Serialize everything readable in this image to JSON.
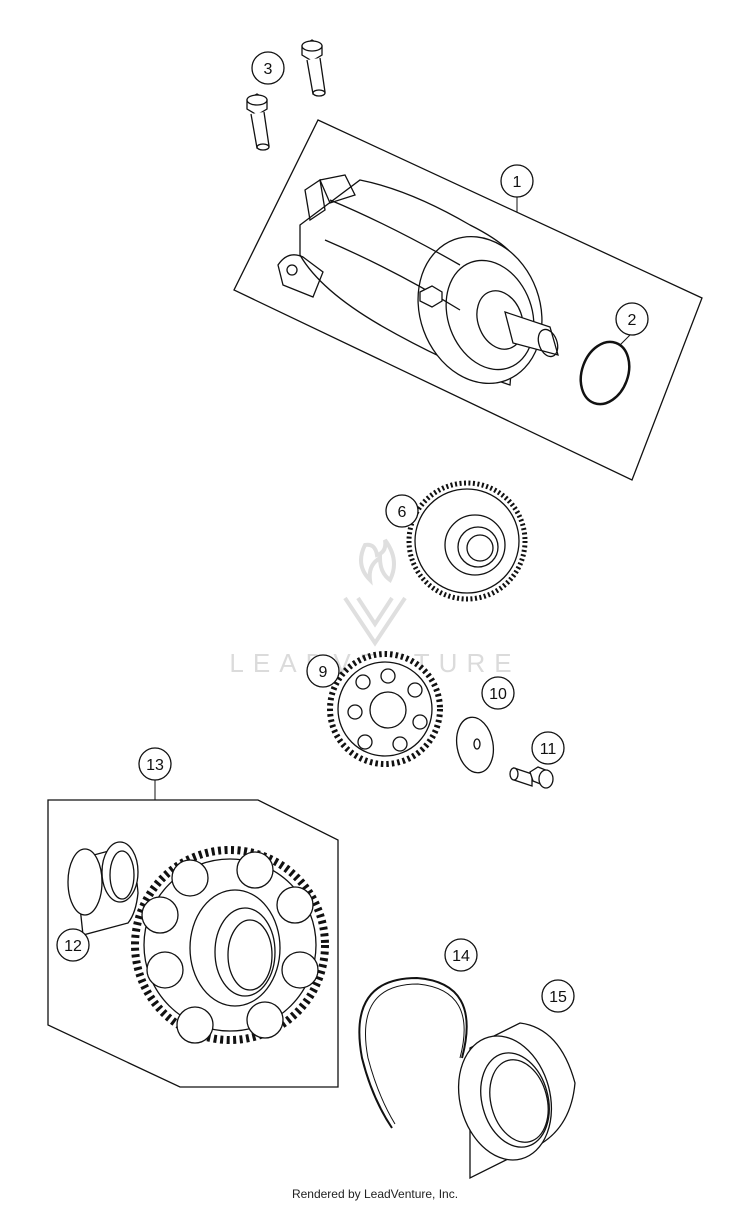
{
  "diagram": {
    "callouts": [
      {
        "id": "callout-1",
        "label": "1"
      },
      {
        "id": "callout-2",
        "label": "2"
      },
      {
        "id": "callout-3",
        "label": "3"
      },
      {
        "id": "callout-6",
        "label": "6"
      },
      {
        "id": "callout-9",
        "label": "9"
      },
      {
        "id": "callout-10",
        "label": "10"
      },
      {
        "id": "callout-11",
        "label": "11"
      },
      {
        "id": "callout-12",
        "label": "12"
      },
      {
        "id": "callout-13",
        "label": "13"
      },
      {
        "id": "callout-14",
        "label": "14"
      },
      {
        "id": "callout-15",
        "label": "15"
      }
    ],
    "watermark": "LEADVENTURE"
  },
  "footer": {
    "credit": "Rendered by LeadVenture, Inc."
  },
  "colors": {
    "line": "#111111",
    "watermark": "#d8d8d8",
    "background": "#ffffff"
  }
}
